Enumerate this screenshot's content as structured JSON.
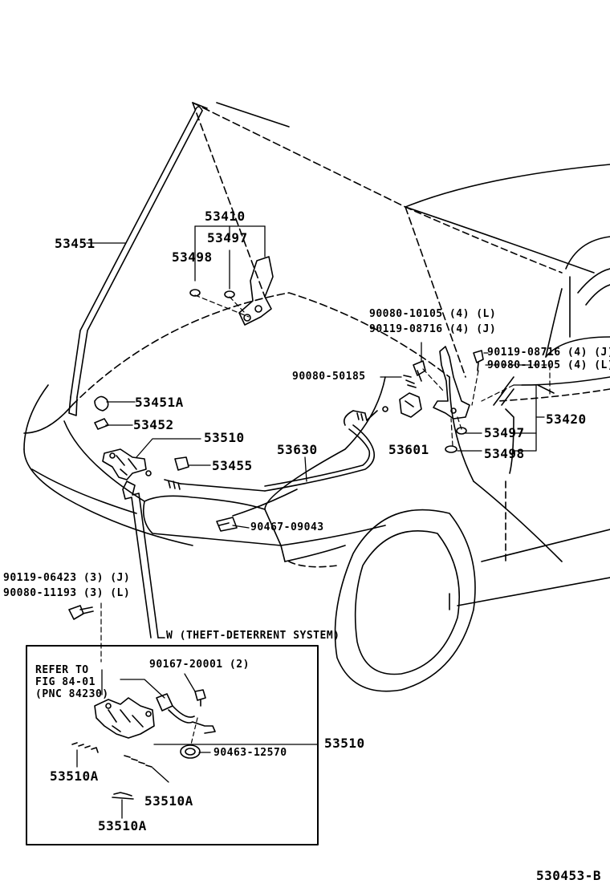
{
  "parts": {
    "p53451": "53451",
    "p53410": "53410",
    "p53497_top": "53497",
    "p53498_top": "53498",
    "p53451A": "53451A",
    "p53452": "53452",
    "p53510_main": "53510",
    "p53455": "53455",
    "p53630": "53630",
    "p90467": "90467-09043",
    "p90080_50185": "90080-50185",
    "p53601": "53601",
    "p90080_10105_L": "90080-10105 (4) (L)",
    "p90119_08716_J": "90119-08716 (4) (J)",
    "p90119_08716_J_right": "90119-08716 (4) (J)",
    "p90080_10105_L_right": "90080-10105 (4) (L)",
    "p53420": "53420",
    "p53497_right": "53497",
    "p53498_right": "53498",
    "p90119_06423": "90119-06423 (3) (J)",
    "p90080_11193": "90080-11193 (3) (L)"
  },
  "inset": {
    "title": "W (THEFT-DETERRENT SYSTEM)",
    "refer_line1": "REFER TO",
    "refer_line2": "FIG 84-01",
    "refer_line3": "(PNC 84230)",
    "p90167": "90167-20001 (2)",
    "p90463": "90463-12570",
    "p53510_callout": "53510",
    "p53510A_1": "53510A",
    "p53510A_2": "53510A",
    "p53510A_3": "53510A"
  },
  "figure_id": "530453-B"
}
